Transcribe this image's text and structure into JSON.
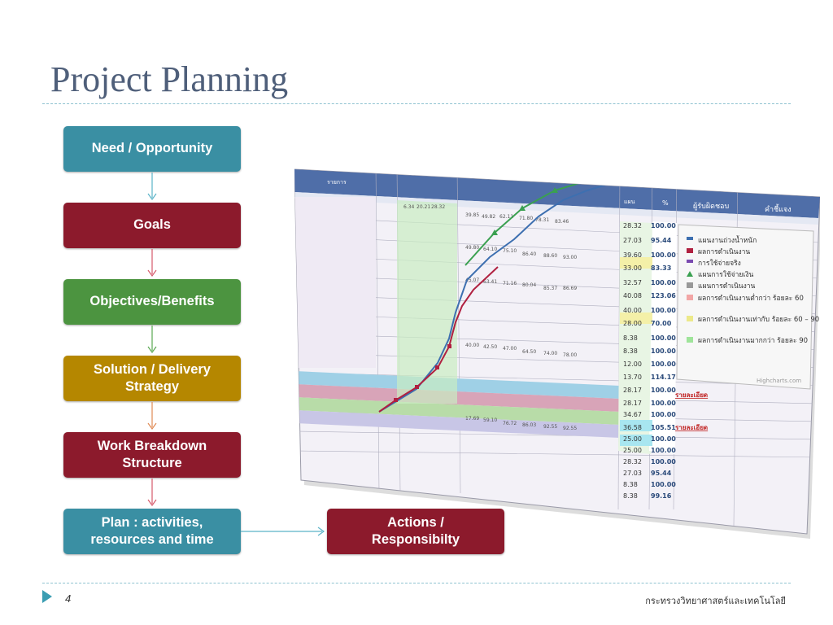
{
  "slide": {
    "title": "Project Planning",
    "page_number": "4",
    "organization": "กระทรวงวิทยาศาสตร์และเทคโนโลยี"
  },
  "flow": {
    "need": "Need / Opportunity",
    "goals": "Goals",
    "objectives": "Objectives/Benefits",
    "solution": "Solution / Delivery\nStrategy",
    "wbs": "Work Breakdown\nStructure",
    "plan": "Plan : activities,\nresources and time",
    "actions": "Actions /\nResponsibilty"
  },
  "colors": {
    "teal": "#3a8fa3",
    "red": "#8c1a2c",
    "green": "#4c9440",
    "gold": "#b58700"
  },
  "screenshot": {
    "headers": [
      "รายการ",
      "แผน",
      "%",
      "ผู้รับผิดชอบ",
      "คำชี้แจง"
    ],
    "legend": [
      "แผนงานถ่วงน้ำหนัก",
      "ผลการดำเนินงาน",
      "การใช้จ่ายจริง",
      "แผนการใช้จ่ายเงิน",
      "แผนการดำเนินงาน",
      "ผลการดำเนินงานต่ำกว่า ร้อยละ 60",
      "ผลการดำเนินงานเท่ากับ ร้อยละ 60 – 90",
      "ผลการดำเนินงานมากกว่า ร้อยละ 90"
    ],
    "credit": "Highcharts.com",
    "detail_label": "รายละเอียด",
    "plan_values": [
      "28.32",
      "27.03",
      "39.60",
      "33.00",
      "32.57",
      "40.08",
      "40.00",
      "28.00",
      "8.38",
      "8.38",
      "12.00",
      "13.70",
      "28.17",
      "28.17",
      "34.67",
      "36.58",
      "25.00",
      "25.00",
      "28.32",
      "27.03",
      "8.38",
      "8.38"
    ],
    "percent_values": [
      "100.00",
      "95.44",
      "100.00",
      "83.33",
      "100.00",
      "123.06",
      "100.00",
      "70.00",
      "100.00",
      "100.00",
      "100.00",
      "114.17",
      "100.00",
      "100.00",
      "100.00",
      "105.51",
      "100.00",
      "100.00",
      "100.00",
      "95.44",
      "100.00",
      "99.16"
    ]
  }
}
